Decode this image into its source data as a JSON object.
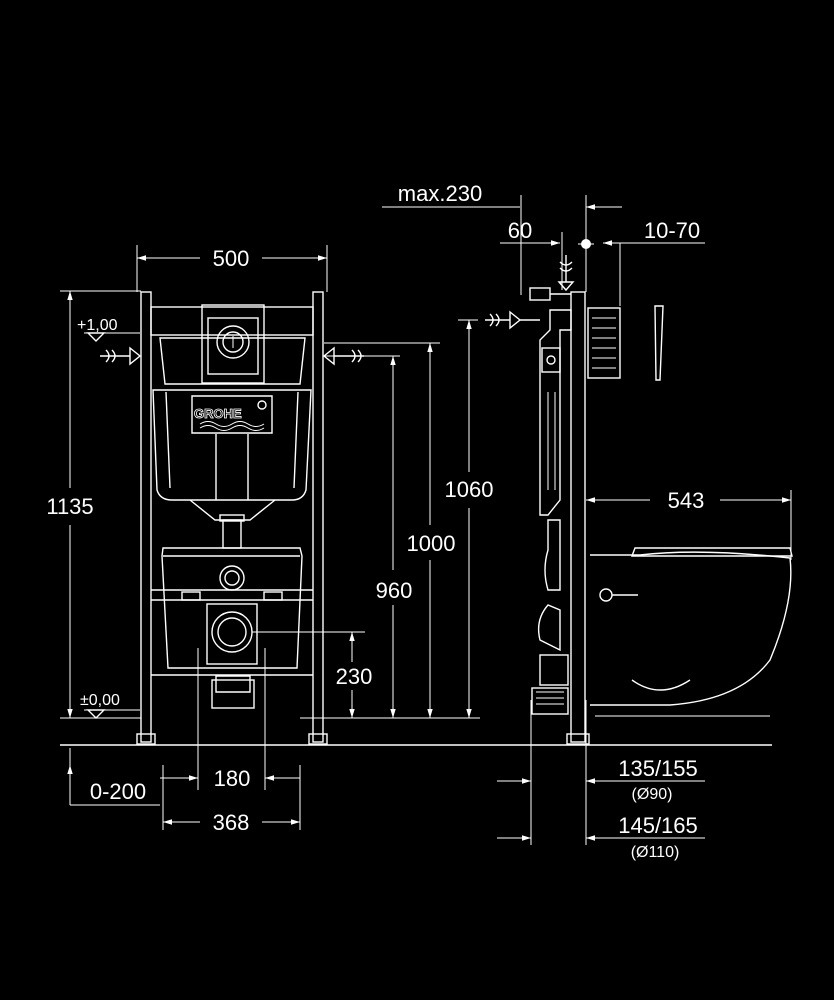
{
  "brand": "GROHE",
  "dimensions": {
    "max_depth": "max.230",
    "offset_60": "60",
    "panel_range": "10-70",
    "width_500": "500",
    "height_1135": "1135",
    "level_top": "+1,00",
    "level_zero": "±0,00",
    "height_1060": "1060",
    "height_1000": "1000",
    "height_960": "960",
    "height_230": "230",
    "projection_543": "543",
    "floor_0_200": "0-200",
    "spacing_180": "180",
    "width_368": "368",
    "drain_135_155": "135/155",
    "pipe_d90": "(Ø90)",
    "drain_145_165": "145/165",
    "pipe_d110": "(Ø110)"
  }
}
